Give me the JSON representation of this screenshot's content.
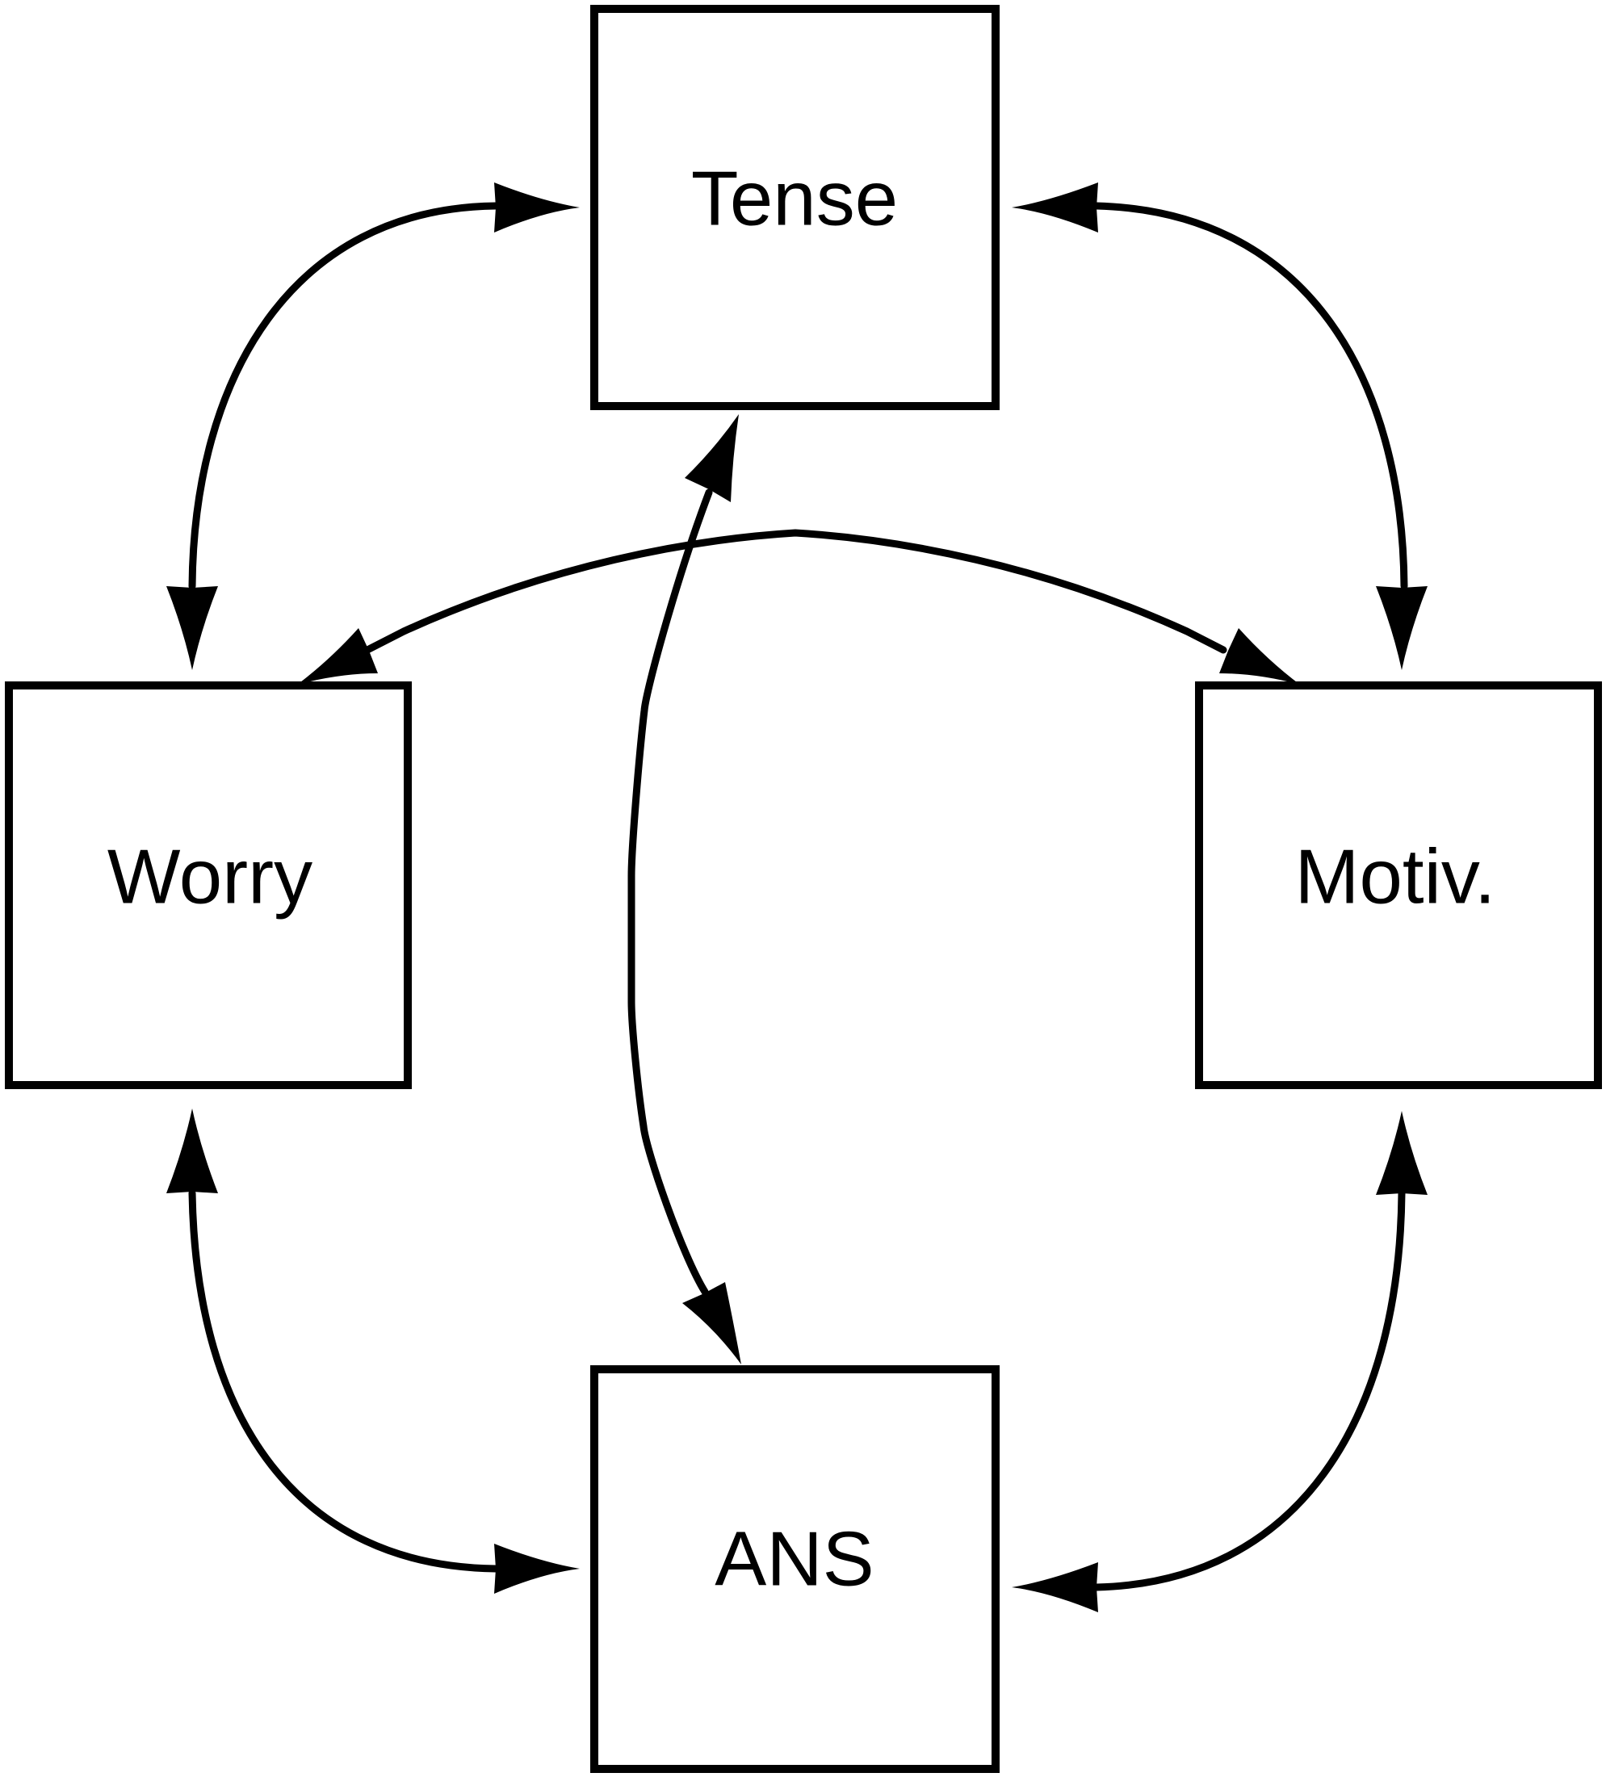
{
  "nodes": {
    "tense": "Tense",
    "worry": "Worry",
    "motiv": "Motiv.",
    "ans": "ANS"
  },
  "colors": {
    "stroke": "#000000",
    "background": "#ffffff"
  },
  "edges": [
    {
      "from": "Tense",
      "to": "Worry",
      "direction": "bidirectional"
    },
    {
      "from": "Tense",
      "to": "Motiv.",
      "direction": "bidirectional"
    },
    {
      "from": "Worry",
      "to": "ANS",
      "direction": "bidirectional"
    },
    {
      "from": "Motiv.",
      "to": "ANS",
      "direction": "bidirectional"
    },
    {
      "from": "Tense",
      "to": "ANS",
      "direction": "bidirectional"
    },
    {
      "from": "Worry",
      "to": "Motiv.",
      "direction": "bidirectional"
    }
  ]
}
